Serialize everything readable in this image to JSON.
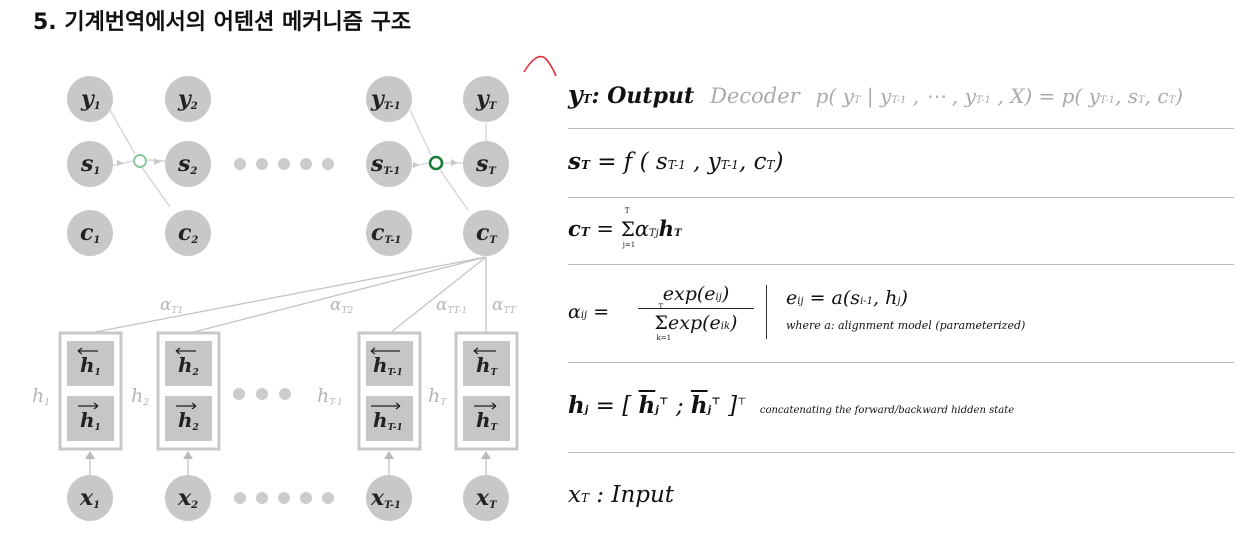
{
  "title": "5. 기계번역에서의 어텐션 메커니즘 구조",
  "nodes": {
    "y1": "y",
    "y1s": "1",
    "y2": "y",
    "y2s": "2",
    "yT1": "y",
    "yT1s": "T-1",
    "yT": "y",
    "yTs": "T",
    "s1": "s",
    "s1s": "1",
    "s2": "s",
    "s2s": "2",
    "sT1": "s",
    "sT1s": "T-1",
    "sT": "s",
    "sTs": "T",
    "c1": "c",
    "c1s": "1",
    "c2": "c",
    "c2s": "2",
    "cT1": "c",
    "cT1s": "T-1",
    "cT": "c",
    "cTs": "T",
    "x1": "x",
    "x1s": "1",
    "x2": "x",
    "x2s": "2",
    "xT1": "x",
    "xT1s": "T-1",
    "xT": "x",
    "xTs": "T"
  },
  "alphas": {
    "a1": "α",
    "a1s": "T1",
    "a2": "α",
    "a2s": "T2",
    "a3": "α",
    "a3s": "TT-1",
    "a4": "α",
    "a4s": "TT"
  },
  "hidden": {
    "h": "h",
    "h1s": "1",
    "h2s": "2",
    "hT1s": "T-1",
    "hTs": "T"
  },
  "equations": {
    "output": {
      "y": "y",
      "ys": "T",
      "label": ": Output",
      "decoder": "Decoder",
      "formula": "p( y",
      "f1": "T",
      "f2": " | y",
      "f3": "T-1",
      "f4": " , ⋯ , y",
      "f5": "T-1",
      "f6": " , X) = p( y",
      "f7": "T-1",
      "f8": ", s",
      "f9": "T",
      "f10": ", c",
      "f11": "T",
      "f12": ")"
    },
    "state": {
      "lhs": "s",
      "lhss": "T",
      "mid": " = f ( s",
      "m1": "T-1",
      "m2": " ,  y",
      "m3": "T-1",
      "m4": ",  c",
      "m5": "T",
      "m6": ")"
    },
    "context": {
      "lhs": "c",
      "lhss": "T",
      "eq": " = ",
      "sumTop": "T",
      "sumBot": "j=1",
      "alpha": "α",
      "alphas": "Tj",
      "h": "h",
      "hs": "T"
    },
    "attention": {
      "lhs": "α",
      "lhss": "ij",
      "eq": " = ",
      "num": "exp(e",
      "nums": "ij",
      "numEnd": ")",
      "sumTop": "T",
      "sumBot": "k=1",
      "den": "exp(e",
      "dens": "ik",
      "denEnd": ")",
      "rhs": "e",
      "rhss": "ij",
      "rhsEq": " = a(s",
      "rhs1": "i-1",
      "rhs2": ", h",
      "rhs3": "j",
      "rhs4": ")",
      "where": "where  a: alignment model (parameterized)"
    },
    "hidden": {
      "lhs": "h",
      "lhss": "j",
      "eq": " =  [ ",
      "fw": "h",
      "fws": "j",
      "t1": "⊤",
      "semi": " ; ",
      "bw": "h",
      "bws": "j",
      "t2": "⊤",
      "close": " ]",
      "t3": "⊤",
      "note": "concatenating the forward/backward hidden state"
    },
    "input": {
      "x": "x",
      "xs": "T",
      "label": " : Input"
    }
  },
  "colors": {
    "node": "#c8c8c8",
    "text": "#222",
    "line": "#bfbfbf",
    "accent": "#1a7a3a",
    "pen": "#e0303a"
  }
}
